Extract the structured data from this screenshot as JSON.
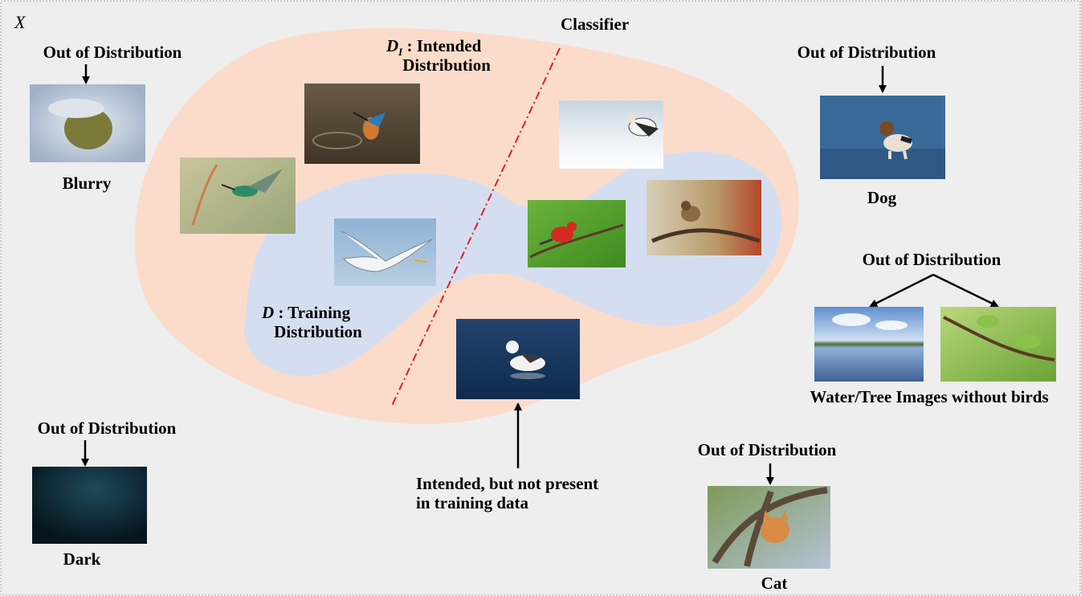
{
  "space_label": "X",
  "classifier_label": "Classifier",
  "intended": {
    "symbol": "D",
    "subscript": "I",
    "text": " : Intended\nDistribution"
  },
  "training": {
    "symbol": "D",
    "text": " : Training\nDistribution"
  },
  "ood": {
    "blurry": {
      "header": "Out of Distribution",
      "caption": "Blurry"
    },
    "dark": {
      "header": "Out of Distribution",
      "caption": "Dark"
    },
    "dog": {
      "header": "Out of Distribution",
      "caption": "Dog"
    },
    "scenes": {
      "header": "Out of Distribution",
      "caption": "Water/Tree Images without birds"
    },
    "cat": {
      "header": "Out of Distribution",
      "caption": "Cat"
    }
  },
  "not_present_caption": "Intended, but not present\nin training data",
  "colors": {
    "background": "#eeeeee",
    "intended_region": "#fbdccb",
    "training_region": "#d5def0",
    "classifier_line": "#e0201f",
    "border": "#9a9a9a"
  },
  "icons": [
    "kingfisher-photo",
    "hummingbird-photo",
    "gull-photo",
    "snow-bunting-photo",
    "red-bird-photo",
    "sparrow-photo",
    "albatross-photo",
    "blurry-bird-photo",
    "dark-photo",
    "beagle-photo",
    "water-scene-photo",
    "tree-branch-photo",
    "cat-photo"
  ]
}
